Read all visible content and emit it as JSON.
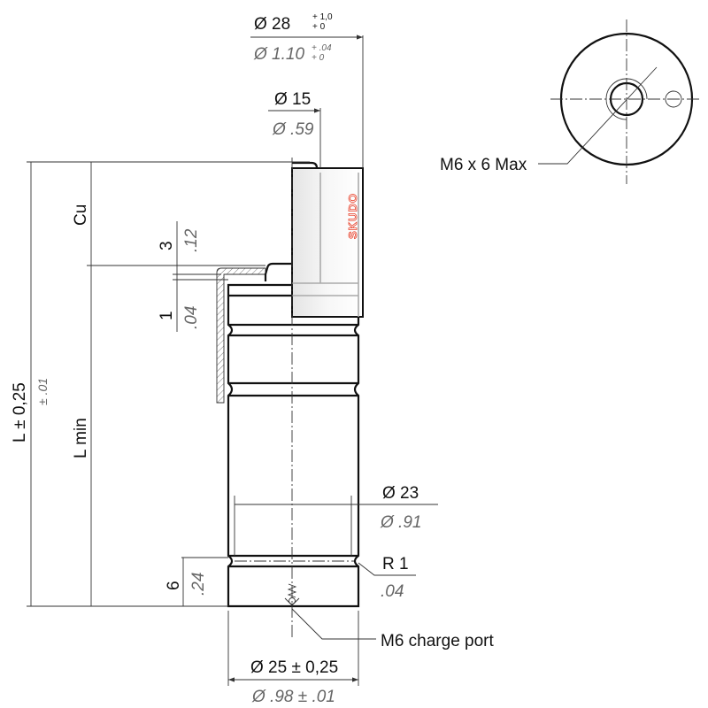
{
  "dimensions": {
    "d28": {
      "metric": "Ø 28",
      "tol_upper": "+ 1,0",
      "tol_lower": "+ 0",
      "imperial": "Ø 1.10",
      "imp_tol_upper": "+ .04",
      "imp_tol_lower": "+ 0"
    },
    "d15": {
      "metric": "Ø 15",
      "imperial": "Ø .59"
    },
    "length": {
      "metric": "L ± 0,25",
      "imperial": "± .01"
    },
    "cu": {
      "label": "Cu"
    },
    "lmin": {
      "label": "L min"
    },
    "d3": {
      "metric": "3",
      "imperial": ".12"
    },
    "d1": {
      "metric": "1",
      "imperial": ".04"
    },
    "d23": {
      "metric": "Ø 23",
      "imperial": "Ø .91"
    },
    "r1": {
      "metric": "R 1",
      "imperial": ".04"
    },
    "d6": {
      "metric": "6",
      "imperial": ".24"
    },
    "d25": {
      "metric": "Ø 25 ± 0,25",
      "imperial": "Ø .98 ± .01"
    }
  },
  "callouts": {
    "charge_port": "M6 charge port",
    "thread": "M6 x 6 Max"
  },
  "brand": {
    "logo_text": "SKUDO",
    "color": "#e8402a"
  }
}
